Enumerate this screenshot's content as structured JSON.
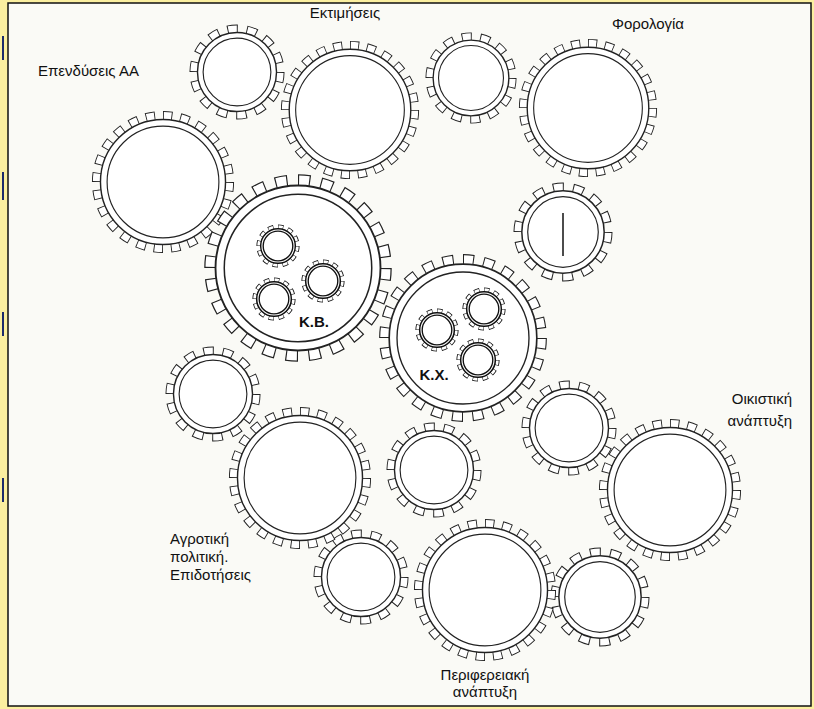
{
  "diagram": {
    "nodes": [
      {
        "text": [
          "Εκτιμήσεις"
        ]
      },
      {
        "text": [
          "Φορολογία"
        ]
      },
      {
        "text": [
          "Επενδύσεις ΑΑ"
        ]
      },
      {
        "text": [
          "Κ.Β."
        ]
      },
      {
        "text": [
          "Κ.Χ."
        ]
      },
      {
        "text": [
          "Οικιστική ανάπτυξη"
        ]
      },
      {
        "text": [
          "Αγροτική πολιτική. Επιδοτήσεις"
        ]
      },
      {
        "text": [
          "Περιφερειακή ανάπτυξη"
        ]
      }
    ]
  }
}
